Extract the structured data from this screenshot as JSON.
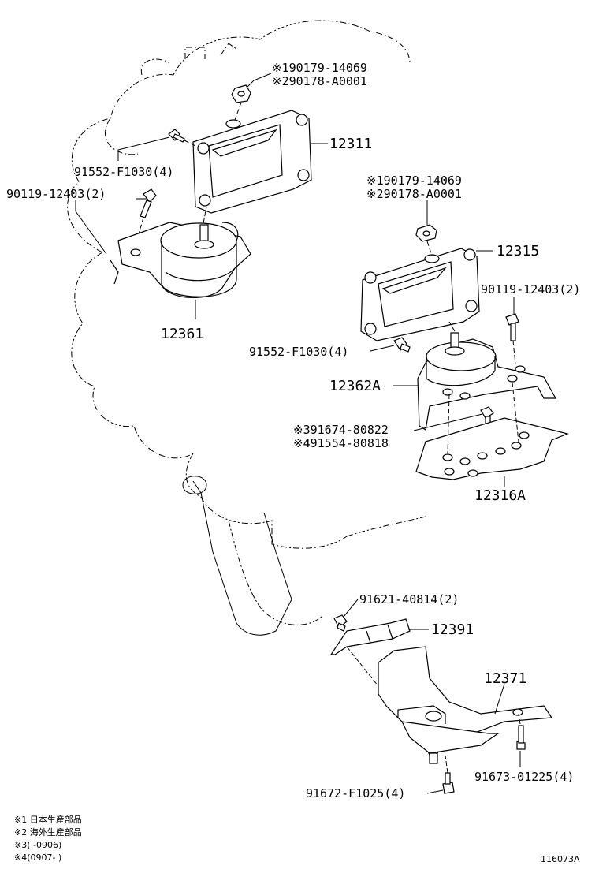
{
  "callouts": {
    "c1a": "※190179-14069",
    "c1b": "※290178-A0001",
    "c2": "12311",
    "c3": "91552-F1030(4)",
    "c4": "90119-12403(2)",
    "c5": "12361",
    "c6a": "※190179-14069",
    "c6b": "※290178-A0001",
    "c7": "12315",
    "c8": "90119-12403(2)",
    "c9": "91552-F1030(4)",
    "c10": "12362A",
    "c11a": "※391674-80822",
    "c11b": "※491554-80818",
    "c12": "12316A",
    "c13": "91621-40814(2)",
    "c14": "12391",
    "c15": "12371",
    "c16": "91673-01225(4)",
    "c17": "91672-F1025(4)"
  },
  "notes": {
    "n1": "※1 日本生産部品",
    "n2": "※2 海外生産部品",
    "n3": "※3(    -0906)",
    "n4": "※4(0907-    )"
  },
  "figure_id": "116073A"
}
